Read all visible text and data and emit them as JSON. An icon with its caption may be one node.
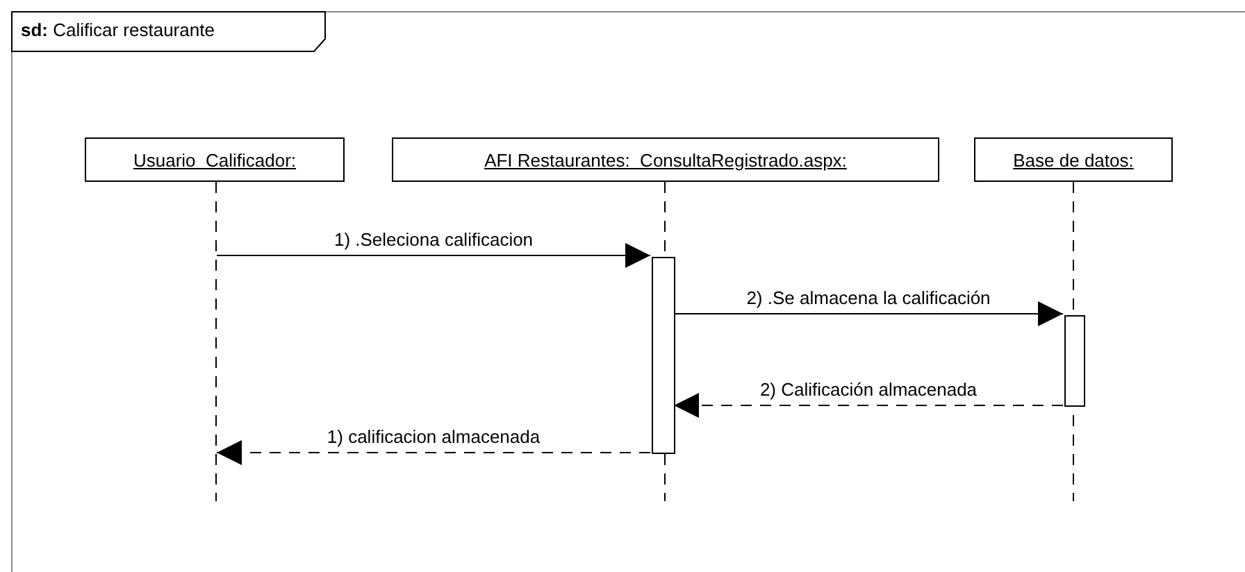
{
  "diagram": {
    "nodes": [
      {
        "text": [
          "**sd:** Calificar restaurante"
        ]
      },
      {
        "text": [
          "Usuario  Calificador:"
        ],
        "in": 0
      },
      {
        "text": [
          "AFI Restaurantes:  ConsultaRegistrado.aspx:"
        ],
        "in": 0
      },
      {
        "text": [
          "Base de datos:"
        ],
        "in": 0
      },
      {
        "text": [],
        "shape": "line",
        "in": 0
      },
      {
        "text": [],
        "shape": "line",
        "in": 0
      },
      {
        "text": [],
        "shape": "line",
        "in": 0
      },
      {
        "text": [],
        "shape": "bar",
        "in": 0
      },
      {
        "text": [],
        "shape": "bar",
        "in": 0
      }
    ],
    "edges": [
      {
        "from": 4,
        "to": 7,
        "arrow": "to",
        "label": "1) .Seleciona calificacion"
      },
      {
        "from": 7,
        "to": 8,
        "arrow": "to",
        "label": "2) .Se almacena la calificación"
      },
      {
        "from": 8,
        "to": 7,
        "arrow": "to",
        "label": "2) Calificación almacenada",
        "style": "dashed"
      },
      {
        "from": 7,
        "to": 4,
        "arrow": "to",
        "label": "1) calificacion almacenada",
        "style": "dashed"
      }
    ]
  }
}
